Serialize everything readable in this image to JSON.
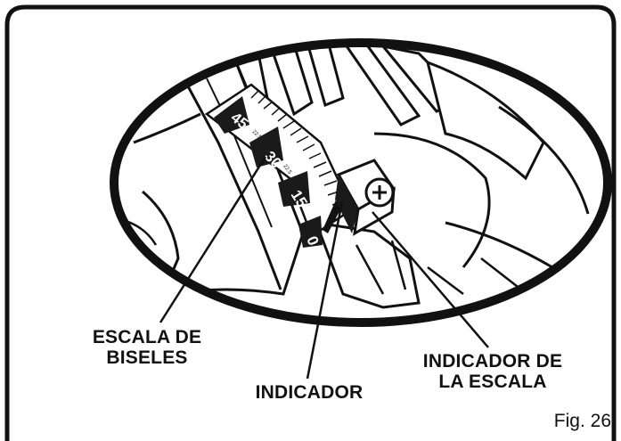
{
  "callouts": {
    "bevel_scale": [
      "ESCALA DE",
      "BISELES"
    ],
    "indicator": "INDICADOR",
    "scale_indicator": [
      "INDICADOR DE",
      "LA ESCALA"
    ]
  },
  "scale_marks": {
    "major": [
      "45",
      "30",
      "15",
      "0"
    ],
    "minor": [
      "22.5",
      "22.5"
    ]
  },
  "figure_label": "Fig. 26"
}
